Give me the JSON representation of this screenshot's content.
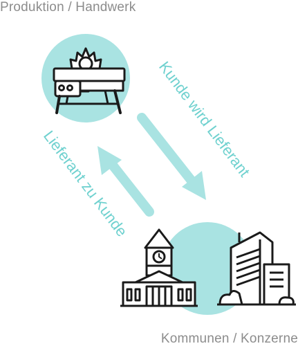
{
  "labels": {
    "top": "Produktion / Handwerk",
    "bottom": "Kommunen / Konzerne"
  },
  "arrows": {
    "right": "Kunde wird  Lieferant",
    "left": "Lieferant zu Kunde"
  },
  "colors": {
    "accent": "#a9e3e2",
    "text": "#6fd1cf",
    "label": "#8c8c8c",
    "ink": "#1a1a1a"
  },
  "icons": {
    "top": "table-saw-icon",
    "bottom_left": "town-hall-icon",
    "bottom_right": "office-building-icon"
  }
}
